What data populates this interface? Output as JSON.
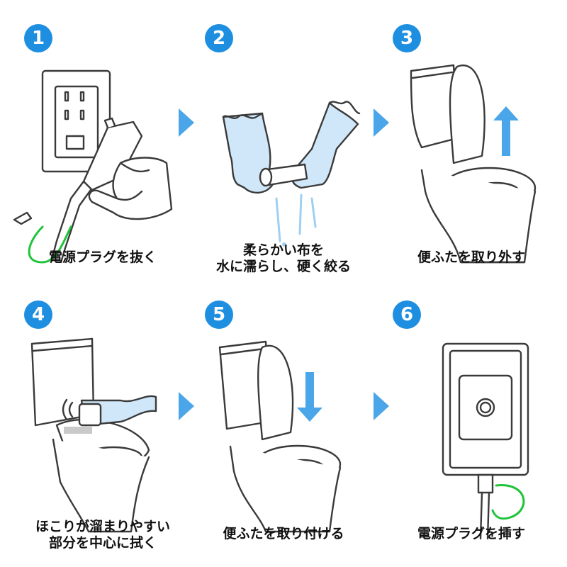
{
  "accent_color": "#1e8fe0",
  "cord_color": "#1fc43a",
  "glove_color": "#cfe7f8",
  "steps": [
    {
      "number": "1",
      "caption": [
        "電源プラグを抜く"
      ],
      "icon": "unplug-icon"
    },
    {
      "number": "2",
      "caption": [
        "柔らかい布を",
        "水に濡らし、硬く絞る"
      ],
      "icon": "wring-cloth-icon"
    },
    {
      "number": "3",
      "caption": [
        "便ふたを取り外す"
      ],
      "icon": "remove-lid-icon"
    },
    {
      "number": "4",
      "caption": [
        "ほこりが溜まりやすい",
        "部分を中心に拭く"
      ],
      "icon": "wipe-toilet-icon"
    },
    {
      "number": "5",
      "caption": [
        "便ふたを取り付ける"
      ],
      "icon": "attach-lid-icon"
    },
    {
      "number": "6",
      "caption": [
        "電源プラグを挿す"
      ],
      "icon": "plug-in-icon"
    }
  ]
}
